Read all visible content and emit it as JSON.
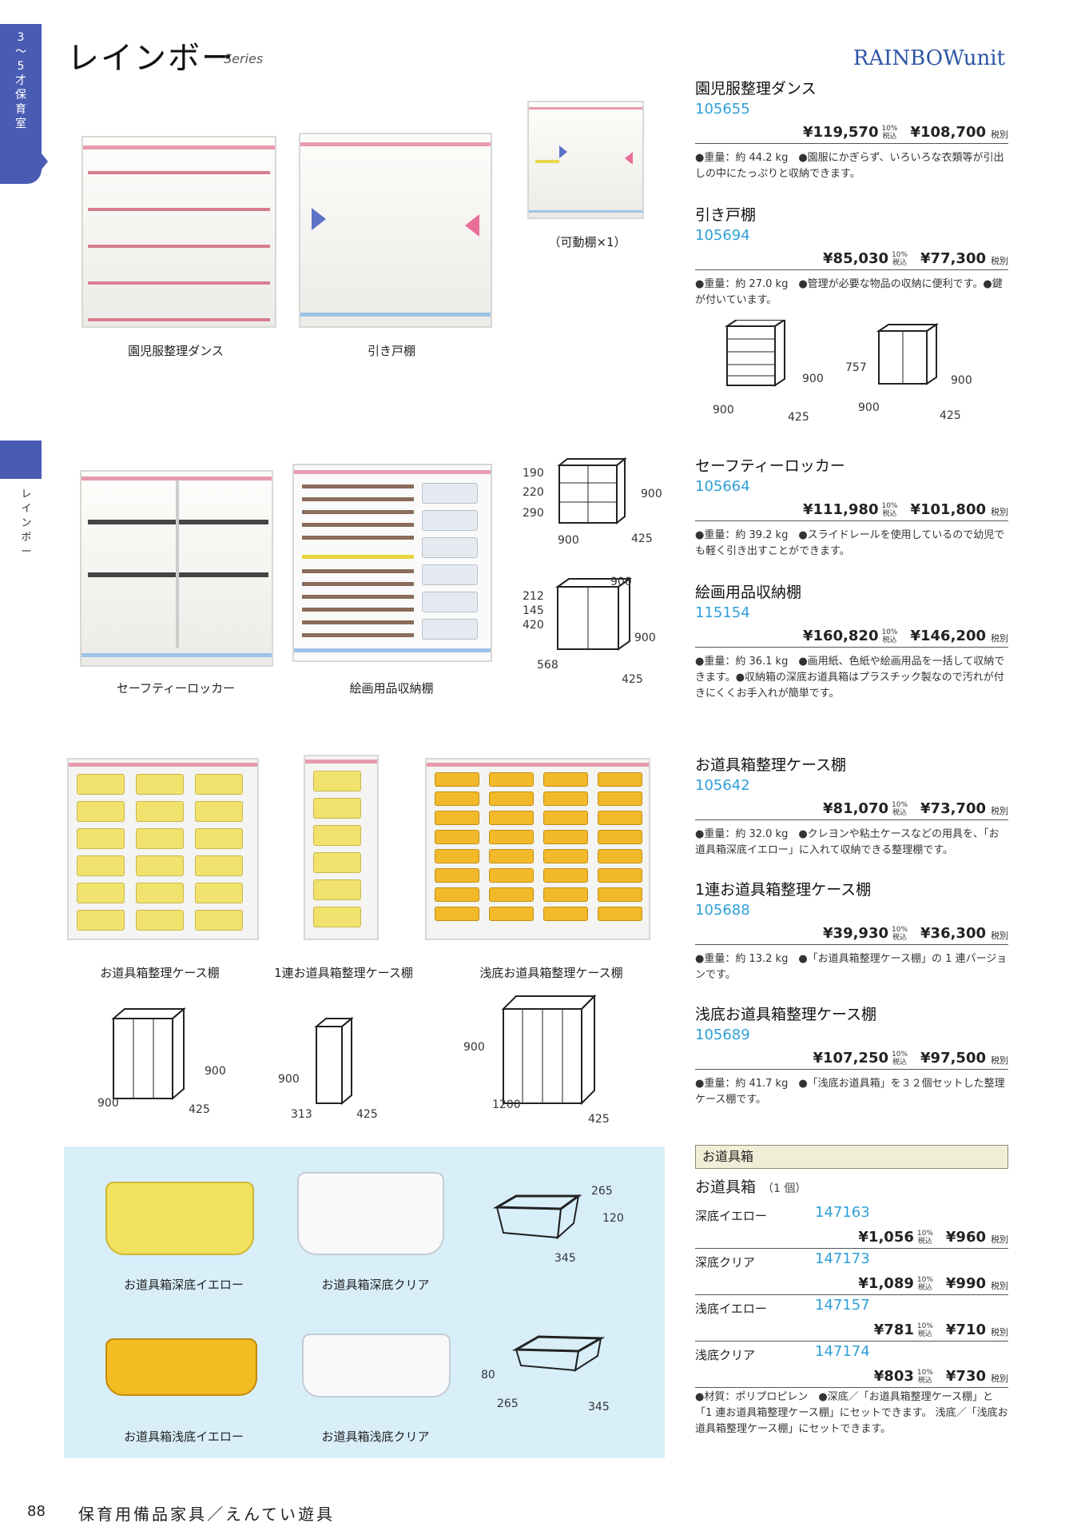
{
  "side_tab": {
    "chars": [
      "3",
      "〜",
      "5",
      "才",
      "保",
      "育",
      "室"
    ]
  },
  "side_vertical": {
    "chars": [
      "レ",
      "イ",
      "ン",
      "ボ",
      "ー"
    ]
  },
  "header": {
    "title": "レインボー",
    "subtitle": "Series",
    "brand": "RAINBOWunit"
  },
  "captions": {
    "dresser": "園児服整理ダンス",
    "sliding": "引き戸棚",
    "movable_shelf": "（可動棚×1）",
    "locker": "セーフティーロッカー",
    "art_shelf": "絵画用品収納棚",
    "tool_case": "お道具箱整理ケース棚",
    "tool_case_1": "1連お道具箱整理ケース棚",
    "tool_case_shallow": "浅底お道具箱整理ケース棚",
    "deep_yellow": "お道具箱深底イエロー",
    "deep_clear": "お道具箱深底クリア",
    "shallow_yellow": "お道具箱浅底イエロー",
    "shallow_clear": "お道具箱浅底クリア"
  },
  "dims": {
    "d1": [
      "900",
      "900",
      "425"
    ],
    "d2": [
      "757",
      "900",
      "900",
      "425"
    ],
    "d3": [
      "190",
      "220",
      "290",
      "900",
      "900",
      "425"
    ],
    "d4": [
      "900",
      "212",
      "145",
      "420",
      "900",
      "568",
      "425"
    ],
    "d5": [
      "900",
      "900",
      "425"
    ],
    "d6": [
      "900",
      "313",
      "425"
    ],
    "d7": [
      "900",
      "1200",
      "425"
    ],
    "d8": [
      "265",
      "120",
      "345"
    ],
    "d9": [
      "80",
      "265",
      "345"
    ]
  },
  "tax": {
    "rate": "10%",
    "incl": "税込",
    "excl": "税別"
  },
  "products": [
    {
      "name": "園児服整理ダンス",
      "code": "105655",
      "price_incl": "¥119,570",
      "price_excl": "¥108,700",
      "desc": "●重量：約 44.2 kg　●園服にかぎらず、いろいろな衣類等が引出しの中にたっぷりと収納できます。"
    },
    {
      "name": "引き戸棚",
      "code": "105694",
      "price_incl": "¥85,030",
      "price_excl": "¥77,300",
      "desc": "●重量：約 27.0 kg　●管理が必要な物品の収納に便利です。●鍵が付いています。"
    },
    {
      "name": "セーフティーロッカー",
      "code": "105664",
      "price_incl": "¥111,980",
      "price_excl": "¥101,800",
      "desc": "●重量：約 39.2 kg　●スライドレールを使用しているので幼児でも軽く引き出すことができます。"
    },
    {
      "name": "絵画用品収納棚",
      "code": "115154",
      "price_incl": "¥160,820",
      "price_excl": "¥146,200",
      "desc": "●重量：約 36.1 kg　●画用紙、色紙や絵画用品を一括して収納できます。●収納箱の深底お道具箱はプラスチック製なので汚れが付きにくくお手入れが簡単です。"
    },
    {
      "name": "お道具箱整理ケース棚",
      "code": "105642",
      "price_incl": "¥81,070",
      "price_excl": "¥73,700",
      "desc": "●重量：約 32.0 kg　●クレヨンや粘土ケースなどの用具を、「お道具箱深底イエロー」に入れて収納できる整理棚です。"
    },
    {
      "name": "1連お道具箱整理ケース棚",
      "code": "105688",
      "price_incl": "¥39,930",
      "price_excl": "¥36,300",
      "desc": "●重量：約 13.2 kg　●「お道具箱整理ケース棚」の 1 連バージョンです。"
    },
    {
      "name": "浅底お道具箱整理ケース棚",
      "code": "105689",
      "price_incl": "¥107,250",
      "price_excl": "¥97,500",
      "desc": "●重量：約 41.7 kg　●「浅底お道具箱」を３２個セットした整理ケース棚です。"
    }
  ],
  "accessories": {
    "section": "お道具箱",
    "title": "お道具箱",
    "unit": "（1 個）",
    "items": [
      {
        "name": "深底イエロー",
        "code": "147163",
        "price_incl": "¥1,056",
        "price_excl": "¥960"
      },
      {
        "name": "深底クリア",
        "code": "147173",
        "price_incl": "¥1,089",
        "price_excl": "¥990"
      },
      {
        "name": "浅底イエロー",
        "code": "147157",
        "price_incl": "¥781",
        "price_excl": "¥710"
      },
      {
        "name": "浅底クリア",
        "code": "147174",
        "price_incl": "¥803",
        "price_excl": "¥730"
      }
    ],
    "desc": "●材質：ポリプロピレン　●深底／「お道具箱整理ケース棚」と「1 連お道具箱整理ケース棚」にセットできます。 浅底／「浅底お道具箱整理ケース棚」にセットできます。"
  },
  "footer": {
    "page": "88",
    "title": "保育用備品家具／えんてい遊具"
  },
  "colors": {
    "tab": "#4a5bb3",
    "code": "#2f9fd8",
    "panel": "#d8effa",
    "brand": "#2e55a5"
  }
}
